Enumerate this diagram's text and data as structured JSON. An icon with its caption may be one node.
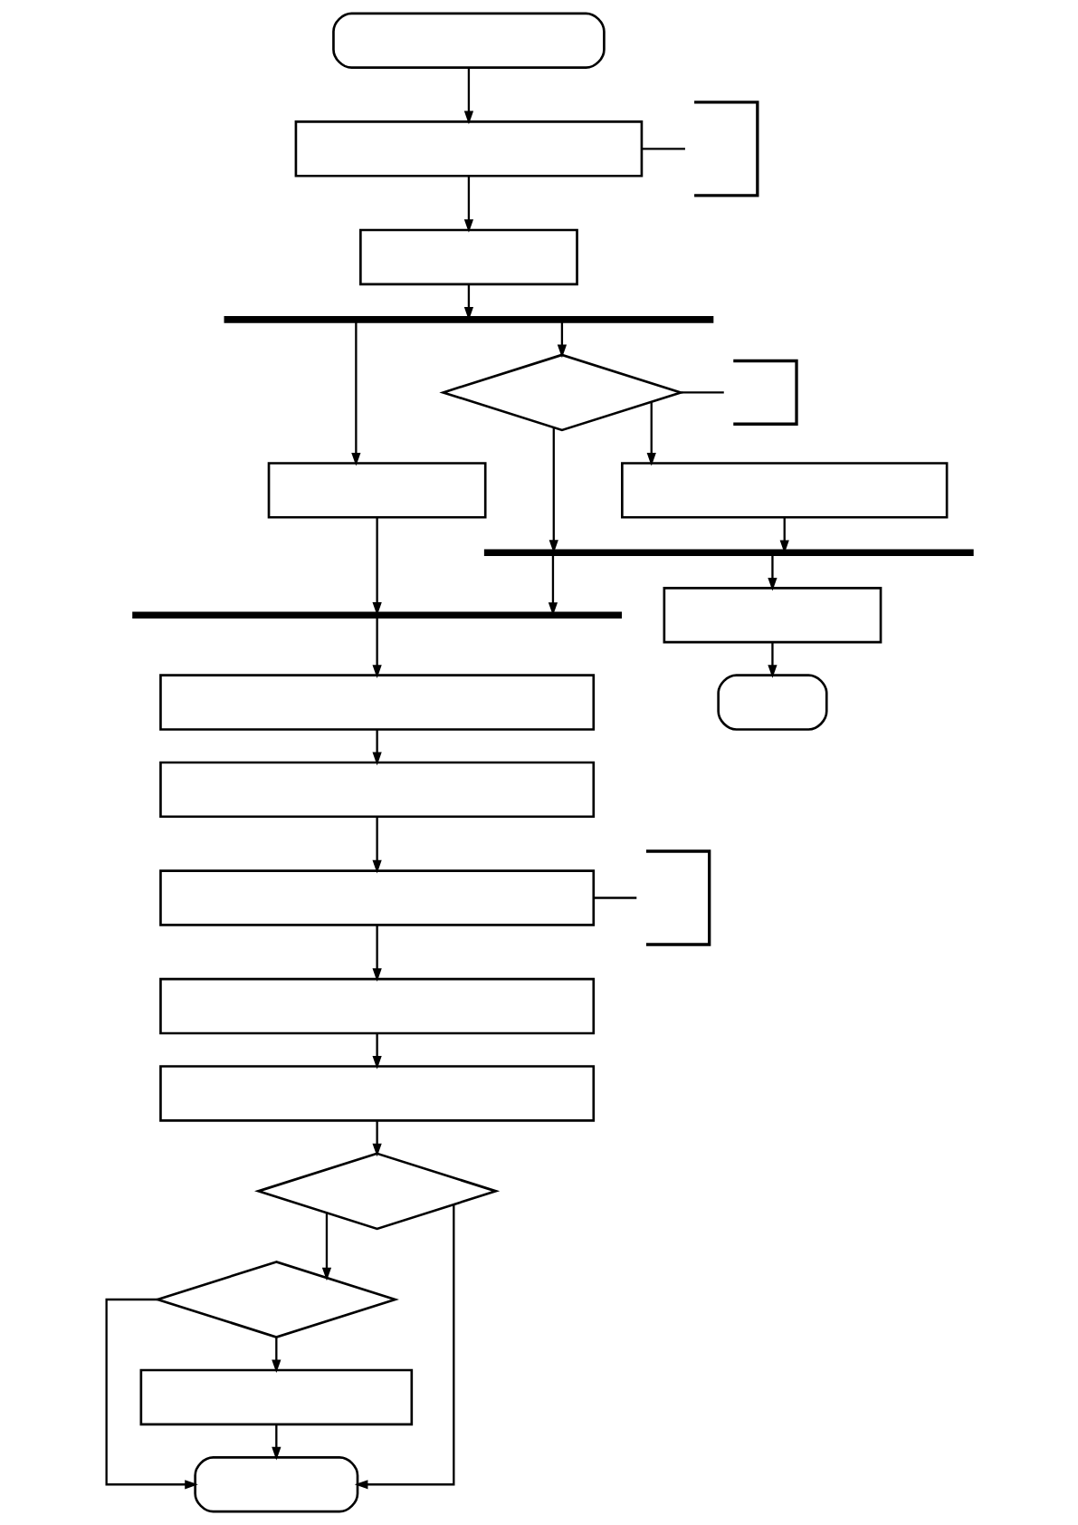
{
  "diagram": {
    "nodes": [
      {
        "text": [],
        "shape": "terminal"
      },
      {
        "text": [],
        "shape": "bracket"
      },
      {
        "text": [],
        "shape": "box"
      },
      {
        "text": [],
        "shape": "box"
      },
      {
        "text": [],
        "shape": "bar"
      },
      {
        "text": [],
        "shape": "bracket"
      },
      {
        "text": [],
        "shape": "diamond"
      },
      {
        "text": [],
        "shape": "box"
      },
      {
        "text": [],
        "shape": "box"
      },
      {
        "text": [],
        "shape": "bar"
      },
      {
        "text": [],
        "shape": "bar"
      },
      {
        "text": [],
        "shape": "box"
      },
      {
        "text": [],
        "shape": "terminal"
      },
      {
        "text": [],
        "shape": "box"
      },
      {
        "text": [],
        "shape": "box"
      },
      {
        "text": [],
        "shape": "bracket"
      },
      {
        "text": [],
        "shape": "box"
      },
      {
        "text": [],
        "shape": "box"
      },
      {
        "text": [],
        "shape": "box"
      },
      {
        "text": [],
        "shape": "diamond"
      },
      {
        "text": [],
        "shape": "diamond"
      },
      {
        "text": [],
        "shape": "box"
      },
      {
        "text": [],
        "shape": "terminal"
      }
    ],
    "edges": [
      {
        "from": 0,
        "to": 2,
        "arrow": "to"
      },
      {
        "from": 1,
        "to": 2,
        "arrow": "none"
      },
      {
        "from": 2,
        "to": 3,
        "arrow": "to"
      },
      {
        "from": 3,
        "to": 4,
        "arrow": "to"
      },
      {
        "from": 4,
        "to": 6,
        "arrow": "to"
      },
      {
        "from": 4,
        "to": 7,
        "arrow": "to"
      },
      {
        "from": 5,
        "to": 6,
        "arrow": "none"
      },
      {
        "from": 6,
        "to": 8,
        "arrow": "to"
      },
      {
        "from": 6,
        "to": 9,
        "arrow": "to"
      },
      {
        "from": 8,
        "to": 9,
        "arrow": "to"
      },
      {
        "from": 9,
        "to": 11,
        "arrow": "to"
      },
      {
        "from": 9,
        "to": 10,
        "arrow": "to"
      },
      {
        "from": 7,
        "to": 10,
        "arrow": "to"
      },
      {
        "from": 10,
        "to": 13,
        "arrow": "to"
      },
      {
        "from": 11,
        "to": 12,
        "arrow": "to"
      },
      {
        "from": 13,
        "to": 14,
        "arrow": "to"
      },
      {
        "from": 14,
        "to": 16,
        "arrow": "to"
      },
      {
        "from": 15,
        "to": 16,
        "arrow": "none"
      },
      {
        "from": 16,
        "to": 17,
        "arrow": "to"
      },
      {
        "from": 17,
        "to": 18,
        "arrow": "to"
      },
      {
        "from": 18,
        "to": 19,
        "arrow": "to"
      },
      {
        "from": 19,
        "to": 20,
        "arrow": "to"
      },
      {
        "from": 19,
        "to": 22,
        "arrow": "to"
      },
      {
        "from": 20,
        "to": 21,
        "arrow": "to"
      },
      {
        "from": 20,
        "to": 22,
        "arrow": "to"
      },
      {
        "from": 21,
        "to": 22,
        "arrow": "to"
      }
    ]
  }
}
